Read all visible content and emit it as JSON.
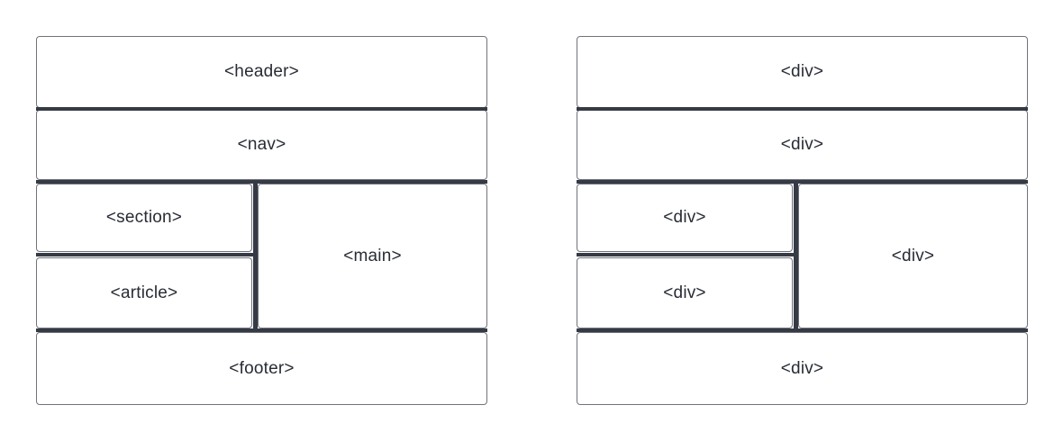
{
  "diagrams": [
    {
      "boxes": {
        "top": "<header>",
        "second": "<nav>",
        "left_upper": "<section>",
        "left_lower": "<article>",
        "right": "<main>",
        "bottom": "<footer>"
      }
    },
    {
      "boxes": {
        "top": "<div>",
        "second": "<div>",
        "left_upper": "<div>",
        "left_lower": "<div>",
        "right": "<div>",
        "bottom": "<div>"
      }
    }
  ],
  "colors": {
    "separator": "#353a45",
    "border": "#6f737a",
    "text": "#282c34",
    "background": "#ffffff"
  }
}
